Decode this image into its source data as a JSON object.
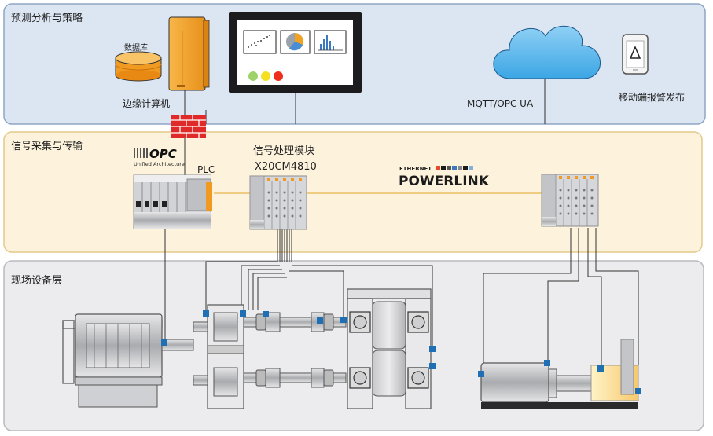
{
  "layers": {
    "top": "预测分析与策略",
    "middle": "信号采集与传输",
    "bottom": "现场设备层"
  },
  "top": {
    "database": "数据库",
    "edge_computer": "边缘计算机",
    "mqtt": "MQTT/OPC UA",
    "mobile": "移动端报警发布"
  },
  "middle": {
    "opc_logo": "OPC",
    "opc_sub": "Unified Architecture",
    "plc": "PLC",
    "module_title": "信号处理模块",
    "module_model": "X20CM4810",
    "powerlink_top": "ETHERNET",
    "powerlink": "POWERLINK"
  },
  "colors": {
    "top_panel": "#dce6f2",
    "top_border": "#8ea6c6",
    "mid_panel": "#fdf3dc",
    "mid_border": "#e3c98a",
    "bot_panel": "#ececee",
    "bot_border": "#b9b9bf",
    "accent_blue": "#1f6fb5",
    "orange": "#f5a623",
    "firewall": "#e02a2a"
  }
}
